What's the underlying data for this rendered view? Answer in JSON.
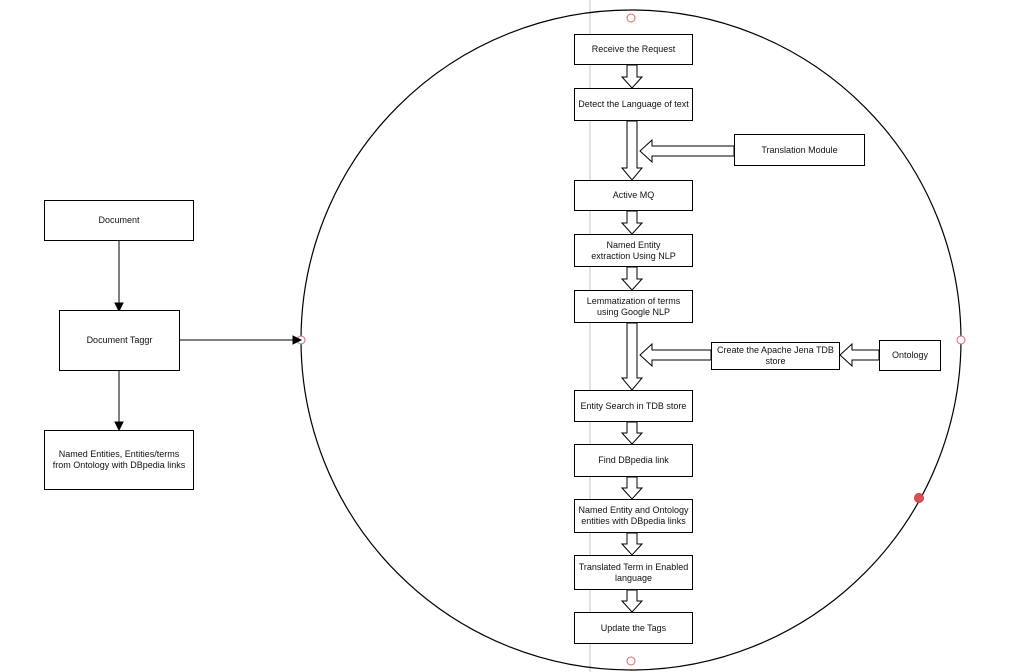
{
  "left_flow": {
    "document": "Document",
    "document_taggr": "Document Taggr",
    "named_entities_output": "Named Entities, Entities/terms from Ontology with DBpedia links"
  },
  "pipeline": {
    "receive_request": "Receive the Request",
    "detect_language": "Detect the Language of text",
    "translation_module": "Translation Module",
    "active_mq": "Active MQ",
    "named_entity_extraction": "Named Entity extraction Using NLP",
    "lemmatization": "Lemmatization of terms using Google NLP",
    "create_tdb_store": "Create the Apache Jena TDB store",
    "ontology": "Ontology",
    "entity_search": "Entity Search in TDB store",
    "find_dbpedia": "Find DBpedia link",
    "named_entity_ontology": "Named Entity and Ontology entities with DBpedia links",
    "translated_term": "Translated Term in Enabled language",
    "update_tags": "Update the Tags"
  },
  "colors": {
    "stroke": "#000000",
    "handle_outline": "#d46a6a",
    "handle_selected": "#e05050",
    "guide_line": "#dddddd"
  }
}
